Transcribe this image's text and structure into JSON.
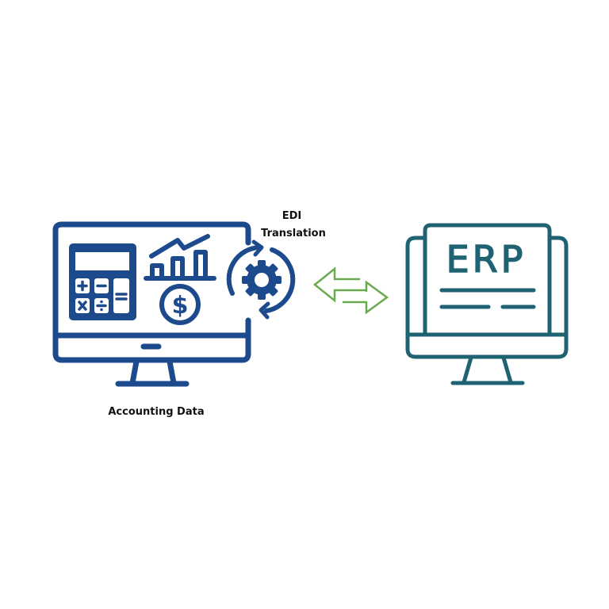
{
  "labels": {
    "edi_line1": "EDI",
    "edi_line2": "Translation",
    "accounting": "Accounting Data",
    "erp_screen_text": "ERP"
  },
  "colors": {
    "accounting_icon": "#1d4a8c",
    "erp_icon": "#1f6373",
    "exchange_arrows": "#6aaa50"
  },
  "icons": [
    "computer-calculator-chart-dollar-icon",
    "gear-sync-icon",
    "exchange-arrows-icon",
    "erp-computer-icon"
  ]
}
